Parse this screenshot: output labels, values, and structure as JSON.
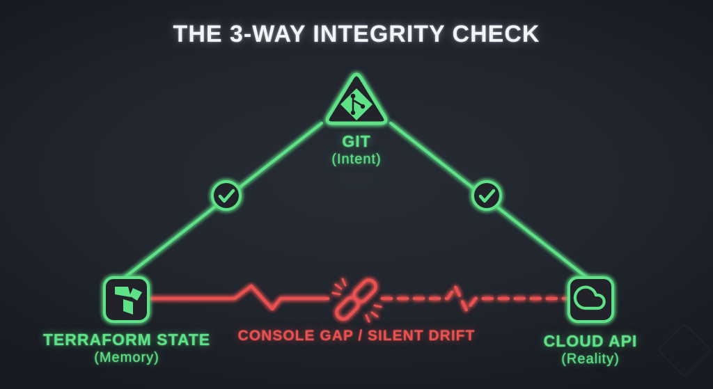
{
  "title": "THE 3-WAY INTEGRITY CHECK",
  "colors": {
    "background": "#20242b",
    "green": "#5ee287",
    "red": "#e8514f",
    "title": "#f2f5f8"
  },
  "nodes": {
    "git": {
      "label": "GIT",
      "sublabel": "(Intent)",
      "icon": "git-icon"
    },
    "terraform": {
      "label": "TERRAFORM STATE",
      "sublabel": "(Memory)",
      "icon": "terraform-icon"
    },
    "cloud": {
      "label": "CLOUD API",
      "sublabel": "(Reality)",
      "icon": "cloud-icon"
    }
  },
  "edges": {
    "git_terraform": {
      "status": "verified",
      "icon": "check-icon"
    },
    "git_cloud": {
      "status": "verified",
      "icon": "check-icon"
    },
    "terraform_cloud": {
      "status": "broken",
      "icon": "broken-chain-icon",
      "label": "CONSOLE GAP / SILENT DRIFT"
    }
  }
}
